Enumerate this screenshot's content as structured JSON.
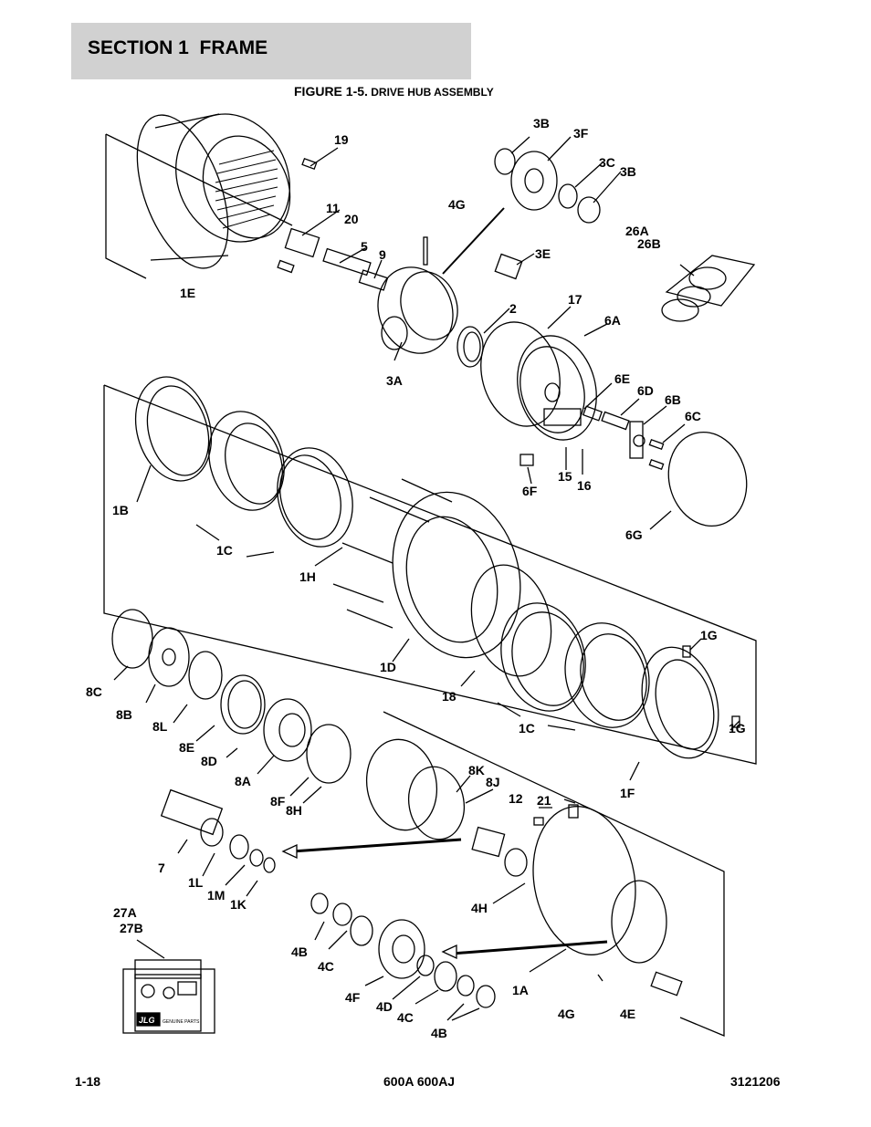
{
  "header": {
    "section_title": "SECTION 1  FRAME"
  },
  "figure": {
    "title_prefix": "FIGURE 1-5.",
    "title_rest": " DRIVE HUB ASSEMBLY"
  },
  "callouts": [
    "19",
    "3B",
    "3F",
    "3C",
    "3B",
    "4G",
    "11",
    "20",
    "5",
    "9",
    "26A",
    "26B",
    "3E",
    "1E",
    "17",
    "2",
    "6A",
    "3A",
    "6E",
    "6D",
    "6B",
    "6C",
    "15",
    "16",
    "6F",
    "1B",
    "1C",
    "6G",
    "1H",
    "1G",
    "1D",
    "18",
    "8C",
    "8B",
    "8L",
    "8E",
    "8D",
    "1C",
    "1G",
    "8A",
    "8K",
    "8J",
    "8F",
    "8H",
    "1F",
    "12",
    "21",
    "7",
    "1L",
    "1M",
    "1K",
    "4H",
    "27A",
    "27B",
    "4B",
    "4C",
    "4F",
    "4D",
    "4C",
    "4B",
    "1A",
    "4G",
    "4E"
  ],
  "kit_label": {
    "brand": "JLG",
    "text": "GENUINE PARTS"
  },
  "footer": {
    "page": "1-18",
    "model": "600A 600AJ",
    "doc_number": "3121206"
  }
}
